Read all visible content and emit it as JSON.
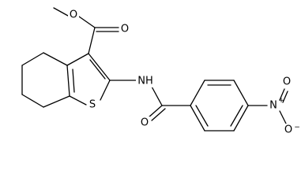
{
  "molecule": {
    "atoms": {
      "methyl_oxygen": "O",
      "carbonyl_oxygen_ester": "O",
      "thiophene_sulfur": "S",
      "amide_nh": "NH",
      "carbonyl_oxygen_amide": "O",
      "nitro_nitrogen": "N",
      "nitro_plus": "+",
      "nitro_oxygen_top": "O",
      "nitro_oxygen_bottom": "O",
      "nitro_minus": "−"
    }
  }
}
